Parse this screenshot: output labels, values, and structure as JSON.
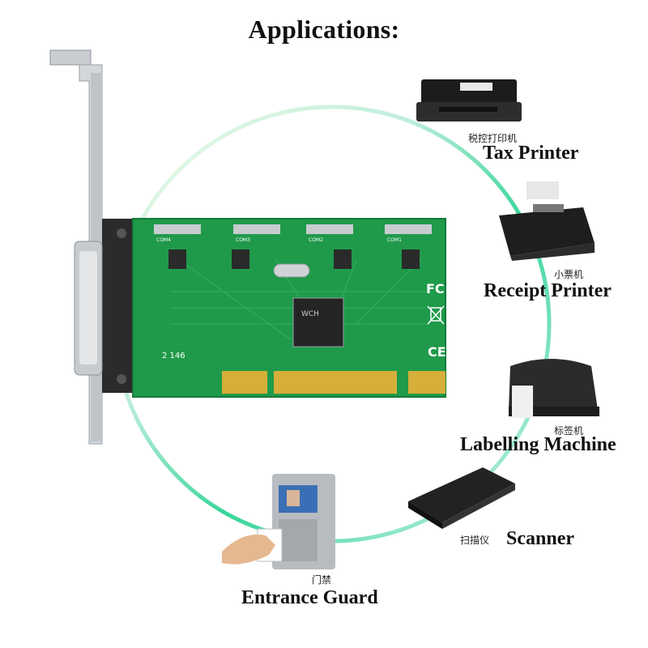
{
  "title": "Applications:",
  "card": {
    "ports": [
      "COM4",
      "COM3",
      "COM2",
      "COM1"
    ],
    "chip_text": "WCH",
    "marks": [
      "FC",
      "CE"
    ],
    "lot_code": "2 146"
  },
  "applications": [
    {
      "zh": "税控打印机",
      "en": "Tax Printer",
      "icon": "tax-printer-icon"
    },
    {
      "zh": "小票机",
      "en": "Receipt Printer",
      "icon": "receipt-printer-icon"
    },
    {
      "zh": "标签机",
      "en": "Labelling Machine",
      "icon": "label-printer-icon"
    },
    {
      "zh": "扫描仪",
      "en": "Scanner",
      "icon": "scanner-icon"
    },
    {
      "zh": "门禁",
      "en": "Entrance Guard",
      "icon": "access-control-icon"
    }
  ],
  "colors": {
    "ring_light": "#e6f7d8",
    "ring_mid": "#4fdca0",
    "pcb": "#1f9a4a",
    "gold": "#d6ae3a"
  }
}
